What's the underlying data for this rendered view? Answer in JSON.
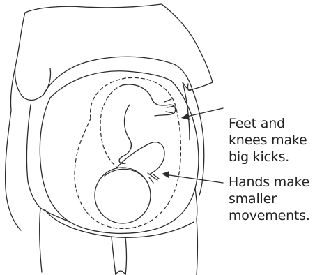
{
  "labels": {
    "feet_knees": [
      "Feet and",
      "knees make",
      "big kicks."
    ],
    "hands": [
      "Hands make",
      "smaller",
      "movements."
    ]
  },
  "colors": {
    "line": "#2b2b2b",
    "text": "#222222",
    "background": "#ffffff"
  }
}
